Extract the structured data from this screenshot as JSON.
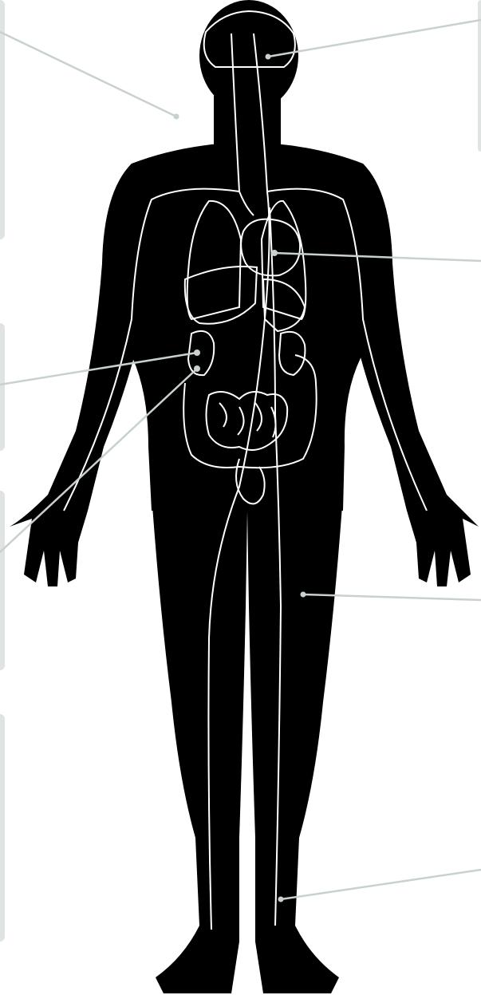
{
  "figure": {
    "subject": "human-body-anatomy",
    "colors": {
      "silhouette": "#000000",
      "organ_outline": "#ffffff",
      "leader_line": "#c8d1cf",
      "panel_edge": "#dfe4e2"
    },
    "callouts": [
      {
        "id": "skin-callout",
        "icon": "skin-pointer"
      },
      {
        "id": "brain-callout",
        "icon": "brain-pointer"
      },
      {
        "id": "heart-callout",
        "icon": "heart-pointer"
      },
      {
        "id": "kidney-callout",
        "icon": "kidney-pointer"
      },
      {
        "id": "lower-kidney-callout",
        "icon": "kidney-pointer"
      },
      {
        "id": "thigh-callout",
        "icon": "muscle-pointer"
      },
      {
        "id": "leg-nerve-callout",
        "icon": "nerve-pointer"
      }
    ]
  }
}
